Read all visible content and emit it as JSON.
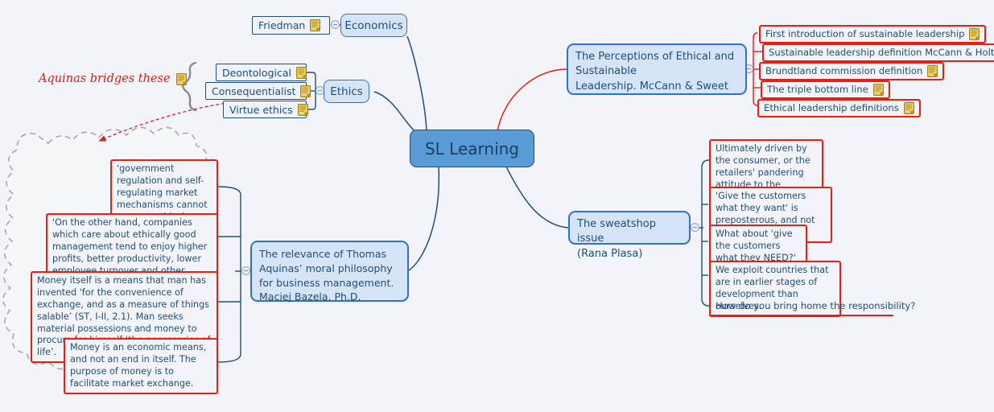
{
  "canvas": {
    "background": "#f2f4f9",
    "accent_blue": "#1f4e79",
    "accent_red": "#ee1c11",
    "node_fill": "#d6e4f7",
    "central_fill": "#5b9bd5"
  },
  "central": {
    "label": "SL Learning"
  },
  "branches": {
    "economics": {
      "label": "Economics",
      "children": [
        {
          "label": "Friedman",
          "icon": "note-icon"
        }
      ]
    },
    "ethics": {
      "label": "Ethics",
      "children": [
        {
          "label": "Deontological",
          "icon": "note-icon"
        },
        {
          "label": "Consequentialist",
          "icon": "note-icon"
        },
        {
          "label": "Virtue ethics",
          "icon": "note-icon"
        }
      ],
      "annotation": {
        "label": "Aquinas bridges these",
        "icon": "note-icon"
      }
    },
    "perceptions": {
      "label": "The Perceptions of Ethical and Sustainable\nLeadership. McCann & Sweet",
      "line1": "The Perceptions of Ethical and",
      "line2": "Sustainable",
      "line3": "Leadership. McCann & Sweet",
      "children": [
        {
          "label": "First introduction of sustainable leadership",
          "icon": "note-icon"
        },
        {
          "label": "Sustainable leadership definition McCann & Holt",
          "icon": "note-icon"
        },
        {
          "label": "Brundtland commission definition",
          "icon": "note-icon"
        },
        {
          "label": "The triple bottom line",
          "icon": "note-icon"
        },
        {
          "label": "Ethical leadership definitions",
          "icon": "note-icon"
        }
      ]
    },
    "sweatshop": {
      "line1": "The sweatshop issue",
      "line2": "(Rana Plasa)",
      "children": [
        {
          "label": "Ultimately driven by the consumer, or the retailers' pandering attitude to the consumer."
        },
        {
          "label": "'Give the customers what they want' is preposterous, and not sustainable."
        },
        {
          "label": "What about 'give the customers what they NEED?'"
        },
        {
          "label": "We exploit countries that are in earlier stages of development than ourselves."
        },
        {
          "label": "How do you bring home the responsibility?",
          "style": "underline"
        }
      ]
    },
    "aquinas_paper": {
      "line1": "The relevance of Thomas",
      "line2": "Aquinas’ moral philosophy",
      "line3": "for business management.",
      "line4": "Maciej Bazela, Ph.D.",
      "children": [
        {
          "label": "'government regulation and self-regulating market mechanisms cannot prevent ethical wrongdoing'"
        },
        {
          "label": "'On the other hand, companies which care about ethically good management tend to enjoy higher profits, better productivity, lower employee turnover and other benefits'"
        },
        {
          "label": "Money itself is a means that man has invented 'for the convenience of exchange, and as a measure of things salable’ (ST, I-II, 2.1). Man seeks material possessions and money to procure for himself ‘the necessaries of life’."
        },
        {
          "label": "Money is an economic means, and not an end in itself. The purpose of money is to facilitate market exchange."
        }
      ]
    }
  }
}
